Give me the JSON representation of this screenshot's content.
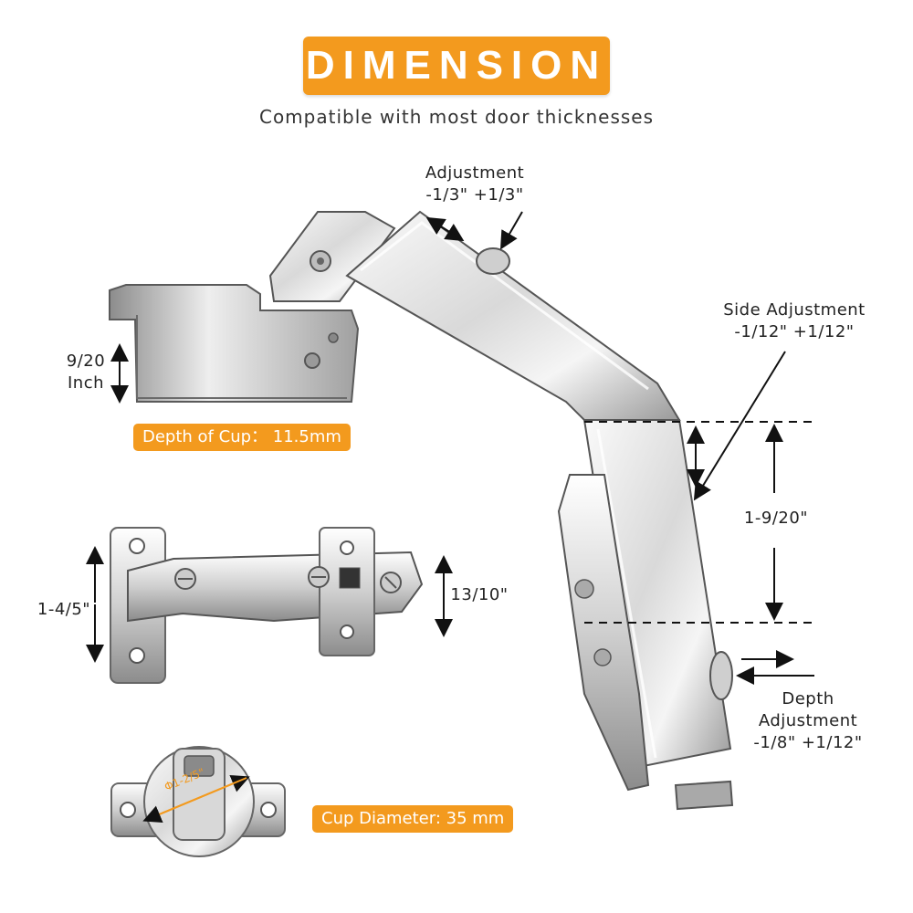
{
  "header": {
    "title": "DIMENSION",
    "subtitle": "Compatible with most door thicknesses"
  },
  "labels": {
    "adjustment": "Adjustment",
    "adjustment_range": "-1/3\" +1/3\"",
    "side_adjustment": "Side Adjustment",
    "side_adjustment_range": "-1/12\" +1/12\"",
    "depth_adjustment_line1": "Depth",
    "depth_adjustment_line2": "Adjustment",
    "depth_adjustment_range": "-1/8\" +1/12\"",
    "cup_height_value": "9/20",
    "cup_height_unit": "Inch",
    "depth_of_cup": "Depth of Cup： 11.5mm",
    "arm_height": "1-9/20\"",
    "plate_height": "1-4/5\"",
    "arm_width": "13/10\"",
    "cup_diameter_marking": "Φ1-2/5\"",
    "cup_diameter": "Cup Diameter: 35 mm"
  },
  "colors": {
    "accent": "#f39a1e",
    "metal_light": "#f2f2f2",
    "metal_dark": "#7a7a7a"
  }
}
